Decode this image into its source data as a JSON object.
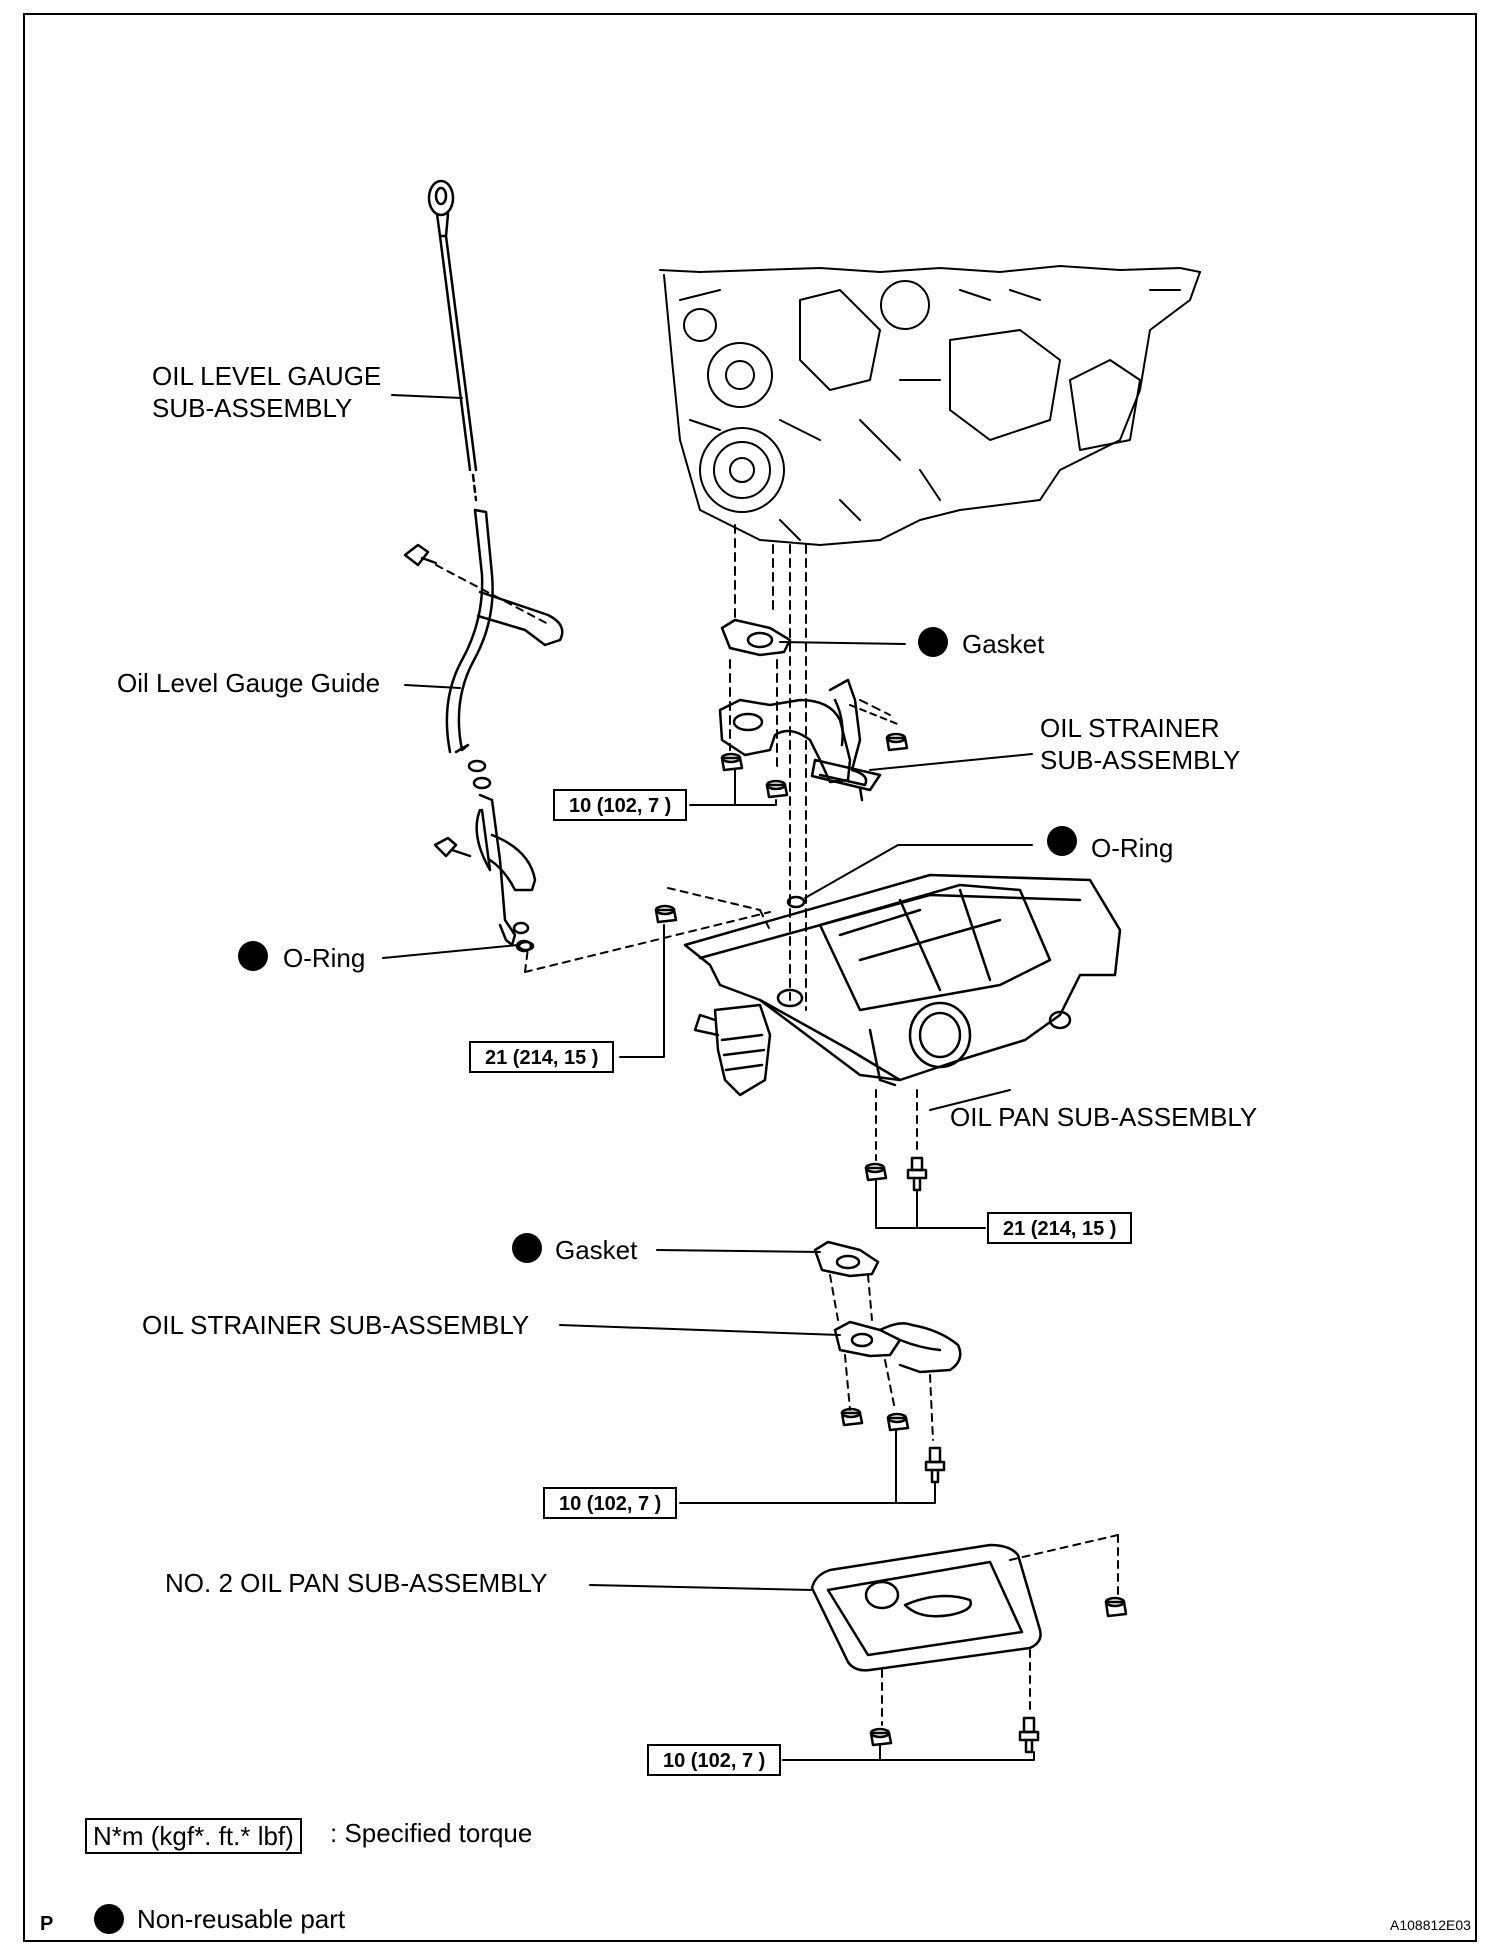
{
  "labels": {
    "oil_level_gauge": [
      "OIL LEVEL GAUGE",
      "SUB-ASSEMBLY"
    ],
    "oil_level_gauge_guide": "Oil Level Gauge Guide",
    "o_ring_left": "O-Ring",
    "gasket_top": "Gasket",
    "oil_strainer_top": [
      "OIL STRAINER",
      "SUB-ASSEMBLY"
    ],
    "o_ring_right": "O-Ring",
    "oil_pan": "OIL PAN SUB-ASSEMBLY",
    "gasket_bottom": "Gasket",
    "oil_strainer_bottom": "OIL STRAINER SUB-ASSEMBLY",
    "no2_oil_pan": "NO. 2 OIL PAN SUB-ASSEMBLY"
  },
  "torques": {
    "strainer_top": "10 (102, 7 )",
    "pan_left": "21 (214, 15 )",
    "pan_bottom": "21 (214, 15 )",
    "strainer_bottom": "10 (102, 7 )",
    "no2_pan": "10 (102, 7 )"
  },
  "legend": {
    "torque_unit": "N*m (kgf*. ft.* lbf)",
    "torque_desc": ": Specified torque",
    "non_reusable": "Non-reusable part"
  },
  "corner": {
    "left": "P",
    "right": "A108812E03"
  },
  "colors": {
    "ink": "#000000",
    "paper": "#ffffff"
  }
}
